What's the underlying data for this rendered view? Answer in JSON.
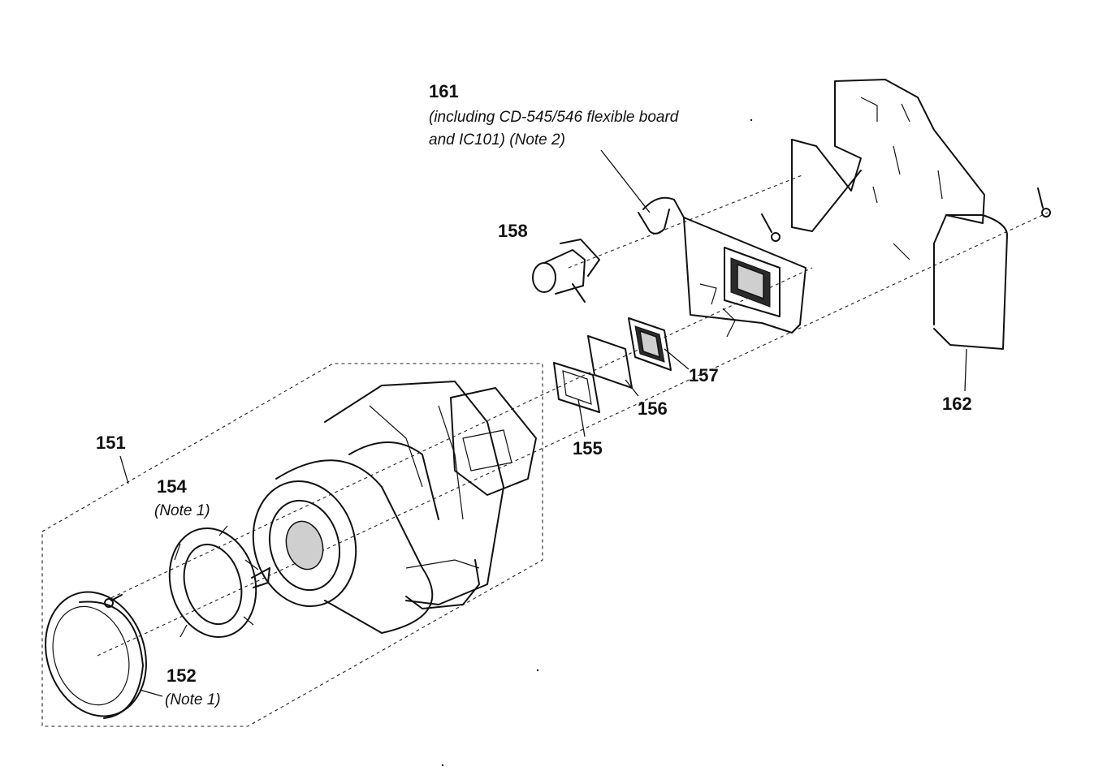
{
  "callouts": {
    "p161": {
      "number": "161",
      "line1": "(including CD-545/546 flexible board",
      "line2": "and IC101) (Note 2)"
    },
    "p158": {
      "number": "158"
    },
    "p157": {
      "number": "157"
    },
    "p156": {
      "number": "156"
    },
    "p155": {
      "number": "155"
    },
    "p162": {
      "number": "162"
    },
    "p151": {
      "number": "151"
    },
    "p154": {
      "number": "154",
      "note": "(Note 1)"
    },
    "p152": {
      "number": "152",
      "note": "(Note 1)"
    }
  },
  "colors": {
    "ink": "#111111",
    "background": "#ffffff"
  }
}
